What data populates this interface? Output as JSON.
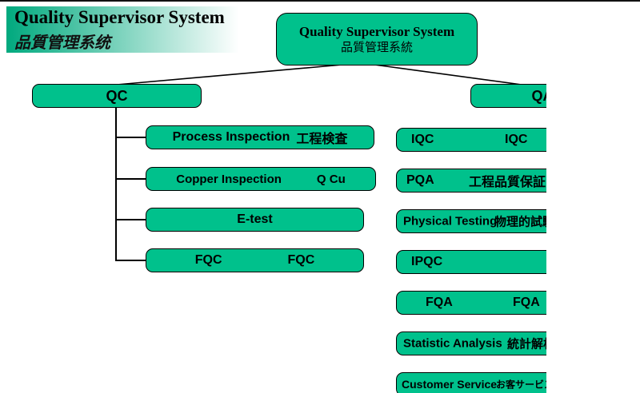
{
  "colors": {
    "box_fill": "#00C18C",
    "banner_start": "#00A97E",
    "banner_end": "#FFFFFF",
    "line": "#000000"
  },
  "banner": {
    "title": "Quality Supervisor System",
    "subtitle": "品質管理系统"
  },
  "root": {
    "title": "Quality Supervisor System",
    "subtitle": "品質管理系統"
  },
  "qc": {
    "label": "QC",
    "children": [
      {
        "en": "Process Inspection",
        "local": "工程検査"
      },
      {
        "en": "Copper Inspection",
        "local": "Q Cu"
      },
      {
        "en": "E-test",
        "local": ""
      },
      {
        "en": "FQC",
        "local": "FQC"
      }
    ]
  },
  "qa": {
    "label": "QA",
    "children": [
      {
        "en": "IQC",
        "local": "IQC"
      },
      {
        "en": "PQA",
        "local": "工程品質保証"
      },
      {
        "en": "Physical Testing",
        "local": "物理的試験"
      },
      {
        "en": "IPQC",
        "local": ""
      },
      {
        "en": "FQA",
        "local": "FQA"
      },
      {
        "en": "Statistic Analysis",
        "local": "統計解析"
      },
      {
        "en": "Customer Service",
        "local": "お客サービス"
      }
    ]
  }
}
